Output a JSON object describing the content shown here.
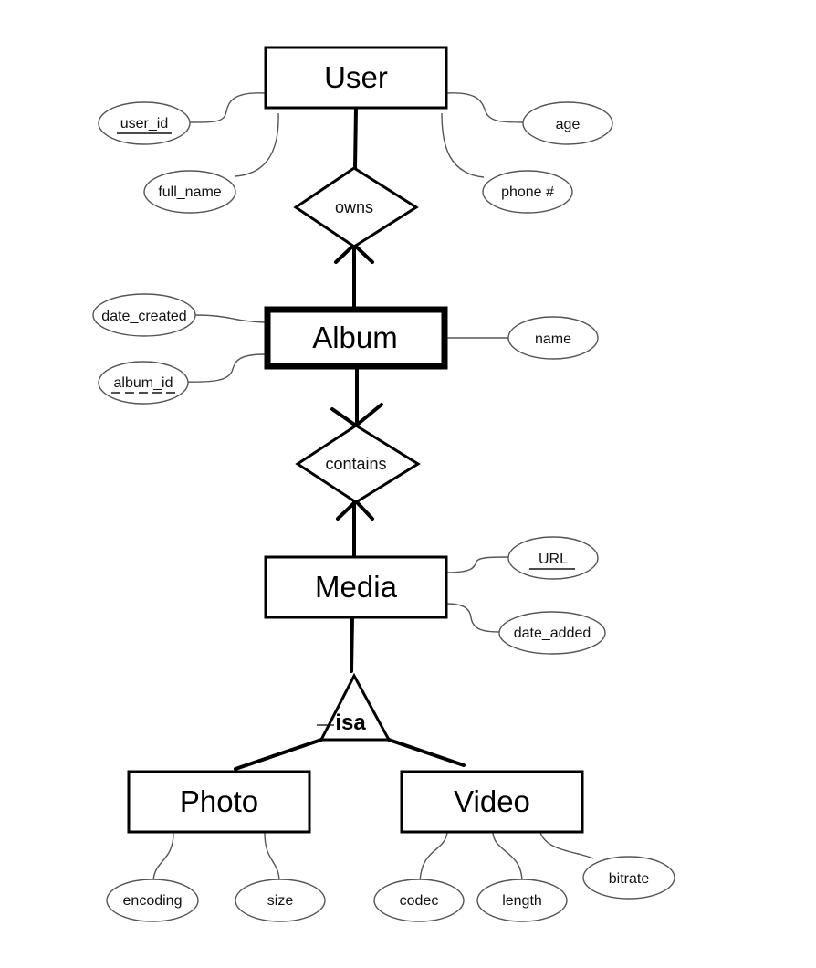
{
  "entities": {
    "user": "User",
    "album": "Album",
    "media": "Media",
    "photo": "Photo",
    "video": "Video"
  },
  "relationships": {
    "owns": "owns",
    "contains": "contains",
    "isa": "isa"
  },
  "attributes": {
    "user_id": "user_id",
    "full_name": "full_name",
    "age": "age",
    "phone": "phone #",
    "date_created": "date_created",
    "album_id": "album_id",
    "album_name": "name",
    "url": "URL",
    "date_added": "date_added",
    "encoding": "encoding",
    "size": "size",
    "codec": "codec",
    "length": "length",
    "bitrate": "bitrate"
  }
}
